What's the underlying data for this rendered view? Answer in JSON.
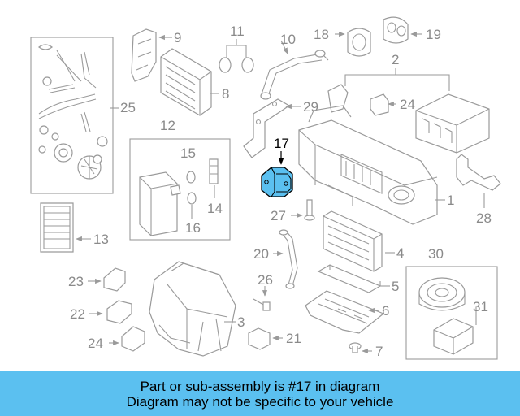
{
  "diagram": {
    "highlight_color": "#5bc0f0",
    "callouts": [
      "1",
      "2",
      "3",
      "4",
      "5",
      "6",
      "7",
      "8",
      "9",
      "10",
      "11",
      "12",
      "13",
      "14",
      "15",
      "16",
      "17",
      "18",
      "19",
      "20",
      "21",
      "22",
      "23",
      "24",
      "24",
      "25",
      "26",
      "27",
      "28",
      "29",
      "30",
      "31"
    ],
    "highlighted_callout": "17"
  },
  "caption": {
    "line1": "Part or sub-assembly is #17 in diagram",
    "line2": "Diagram may not be specific to your vehicle"
  }
}
